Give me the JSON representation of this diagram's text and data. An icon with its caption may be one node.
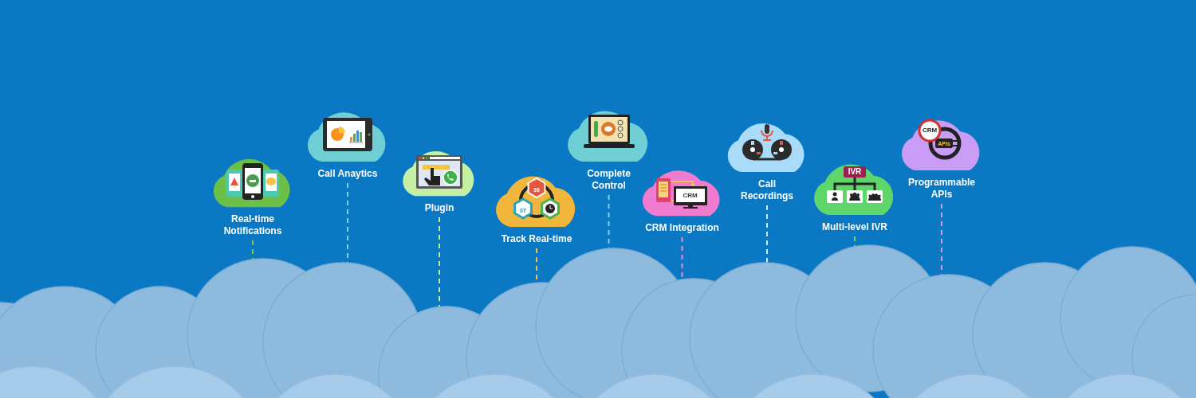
{
  "diagram": {
    "nodes": [
      {
        "text": [
          "Real-time Notifications"
        ]
      },
      {
        "text": [
          "Call Anaytics"
        ]
      },
      {
        "text": [
          "Plugin"
        ]
      },
      {
        "text": [
          "Track Real-time"
        ]
      },
      {
        "text": [
          "Complete Control"
        ]
      },
      {
        "text": [
          "CRM Integration"
        ]
      },
      {
        "text": [
          "Call Recordings"
        ]
      },
      {
        "text": [
          "Multi-level IVR"
        ]
      },
      {
        "text": [
          "Programmable APIs"
        ]
      },
      {
        "text": [],
        "shape": "cloud"
      }
    ],
    "edges": [
      {
        "from": 0,
        "to": 9,
        "arrow": "none",
        "style": "dashed",
        "color": "#8bc34a"
      },
      {
        "from": 1,
        "to": 9,
        "arrow": "none",
        "style": "dashed",
        "color": "#7fd3e6"
      },
      {
        "from": 2,
        "to": 9,
        "arrow": "none",
        "style": "dashed",
        "color": "#c8f0a0"
      },
      {
        "from": 3,
        "to": 9,
        "arrow": "none",
        "style": "dashed",
        "color": "#f2c14e"
      },
      {
        "from": 4,
        "to": 9,
        "arrow": "none",
        "style": "dashed",
        "color": "#7fd3e6"
      },
      {
        "from": 5,
        "to": 9,
        "arrow": "none",
        "style": "dashed",
        "color": "#f08ad8"
      },
      {
        "from": 6,
        "to": 9,
        "arrow": "none",
        "style": "dashed",
        "color": "#d8ecf8"
      },
      {
        "from": 7,
        "to": 9,
        "arrow": "none",
        "style": "dashed",
        "color": "#6dd873"
      },
      {
        "from": 8,
        "to": 9,
        "arrow": "none",
        "style": "dashed",
        "color": "#c9a0f5"
      }
    ],
    "labels": [
      "36",
      "07",
      "CRM",
      "IVR",
      "CRM",
      "APIs"
    ]
  }
}
